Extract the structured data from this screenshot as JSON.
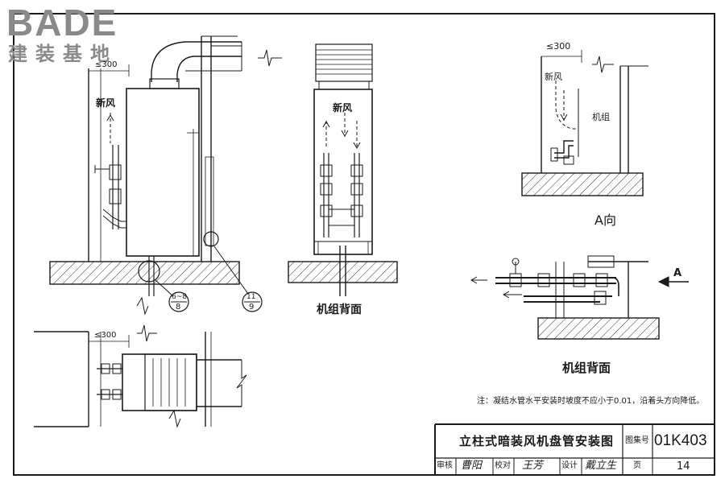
{
  "logo": {
    "main": "BADE",
    "sub": "建装基地"
  },
  "drawing": {
    "dim_max_300": "≤300",
    "fresh_air": "新风",
    "unit": "机组",
    "view_a": "A向",
    "view_a_arrow": "A",
    "unit_back": "机组背面",
    "detail_a_top": "6~8",
    "detail_a_bottom": "8",
    "detail_b_top": "11",
    "detail_b_bottom": "9",
    "note": "注：凝结水管水平安装时坡度不应小于0.01，沿着头方向降低。"
  },
  "title_block": {
    "title": "立柱式暗装风机盘管安装图",
    "atlas_label": "图集号",
    "atlas_no": "01K403",
    "review_label": "审核",
    "reviewer": "曹阳",
    "check_label": "校对",
    "checker": "王芳",
    "design_label": "设计",
    "designer": "戴立生",
    "page_label": "页",
    "page_no": "14"
  }
}
